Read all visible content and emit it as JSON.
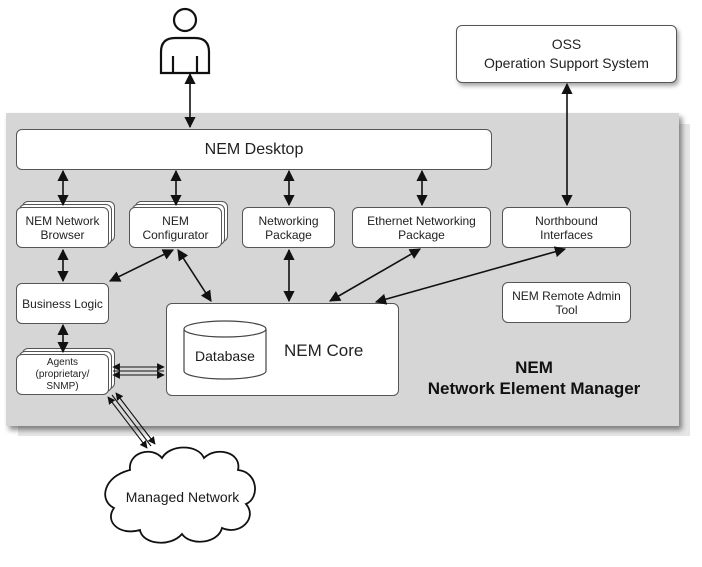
{
  "diagram": {
    "title_line1": "NEM",
    "title_line2": "Network Element Manager",
    "user_icon": "person-icon",
    "oss": {
      "line1": "OSS",
      "line2": "Operation Support System"
    },
    "desktop": "NEM Desktop",
    "modules": {
      "network_browser": {
        "line1": "NEM Network",
        "line2": "Browser"
      },
      "configurator": {
        "line1": "NEM",
        "line2": "Configurator"
      },
      "networking_package": {
        "line1": "Networking",
        "line2": "Package"
      },
      "ethernet_package": {
        "line1": "Ethernet Networking",
        "line2": "Package"
      },
      "northbound": {
        "line1": "Northbound",
        "line2": "Interfaces"
      },
      "remote_admin": {
        "line1": "NEM Remote Admin",
        "line2": "Tool"
      }
    },
    "business_logic": "Business Logic",
    "agents": {
      "line1": "Agents",
      "line2": "(proprietary/",
      "line3": "SNMP)"
    },
    "core": "NEM Core",
    "database": "Database",
    "managed_network": "Managed Network"
  }
}
